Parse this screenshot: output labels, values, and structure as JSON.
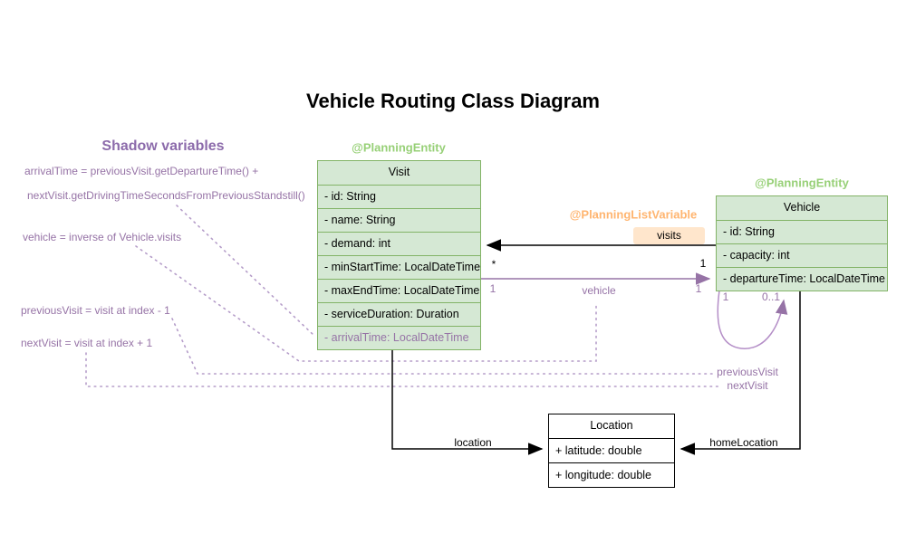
{
  "title": "Vehicle Routing Class Diagram",
  "shadow_panel": {
    "header": "Shadow variables",
    "lines": [
      "arrivalTime = previousVisit.getDepartureTime() +",
      "nextVisit.getDrivingTimeSecondsFromPreviousStandstill()",
      "vehicle = inverse of Vehicle.visits",
      "previousVisit = visit at index - 1",
      "nextVisit = visit at index + 1"
    ]
  },
  "annotations": {
    "visit_entity": "@PlanningEntity",
    "vehicle_entity": "@PlanningEntity",
    "list_variable": "@PlanningListVariable"
  },
  "classes": {
    "visit": {
      "name": "Visit",
      "rows": [
        "- id: String",
        "- name: String",
        "- demand: int",
        "- minStartTime: LocalDateTime",
        "- maxEndTime: LocalDateTime",
        "- serviceDuration: Duration",
        "- arrivalTime: LocalDateTime"
      ]
    },
    "vehicle": {
      "name": "Vehicle",
      "rows": [
        "- id: String",
        "- capacity: int",
        "- departureTime: LocalDateTime"
      ]
    },
    "location": {
      "name": "Location",
      "rows": [
        "+ latitude: double",
        "+ longitude: double"
      ]
    }
  },
  "edges": {
    "visits": {
      "label": "visits",
      "vehicle_mult": "1",
      "visit_mult": "*"
    },
    "vehicle": {
      "label": "vehicle",
      "visit_mult": "1",
      "vehicle_mult": "1"
    },
    "loop": {
      "source_mult": "1",
      "target_mult": "0..1"
    },
    "location": {
      "label": "location"
    },
    "home_location": {
      "label": "homeLocation"
    },
    "previous_visit": {
      "label": "previousVisit"
    },
    "next_visit": {
      "label": "nextVisit"
    }
  },
  "colors": {
    "class_fill_green": "#d5e8d4",
    "class_border_green": "#82b366",
    "annotation_green": "#97d077",
    "annotation_orange": "#ffb570",
    "tag_fill_orange": "#ffe6cc",
    "purple": "#9673a6",
    "dotted_purple": "#b59dc9",
    "black": "#000000"
  }
}
